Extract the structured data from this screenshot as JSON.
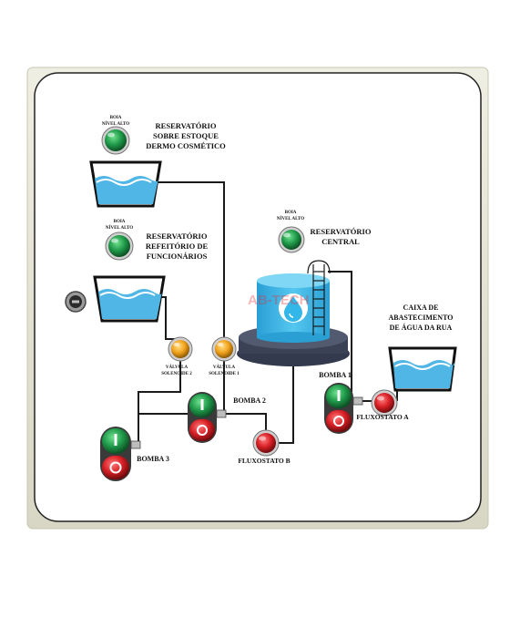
{
  "panel": {
    "reservoir_top": [
      "RESERVATÓRIO",
      "SOBRE ESTOQUE",
      "DERMO COSMÉTICO"
    ],
    "reservoir_mid": [
      "RESERVATÓRIO",
      "REFEITÓRIO DE",
      "FUNCIONÁRIOS"
    ],
    "reservoir_central": [
      "RESERVATÓRIO",
      "CENTRAL"
    ],
    "supply_box": [
      "CAIXA DE",
      "ABASTECIMENTO",
      "DE ÁGUA DA RUA"
    ],
    "level_label": [
      "BOIA",
      "NÍVEL ALTO"
    ],
    "valve_left": [
      "VÁLVULA",
      "SOLENOIDE 2"
    ],
    "valve_right": [
      "VÁLVULA",
      "SOLENOIDE 1"
    ],
    "pump_1": "BOMBA 1",
    "pump_2": "BOMBA 2",
    "pump_3": "BOMBA 3",
    "flow_a": "FLUXOSTATO A",
    "flow_b": "FLUXOSTATO B",
    "watermark": "AB-TECH"
  },
  "colors": {
    "panel_face": "#ffffff",
    "panel_frame": "#e8e6d6",
    "pipe": "#1a1a1a",
    "water": "#4fb6e6",
    "water_light": "#9fd8f2",
    "led_green": "#1f9a4a",
    "led_yellow": "#f2a21b",
    "led_red": "#d71f25",
    "tank_blue": "#33b6e8",
    "tank_base": "#3b4256",
    "watermark": "#e0303a"
  }
}
